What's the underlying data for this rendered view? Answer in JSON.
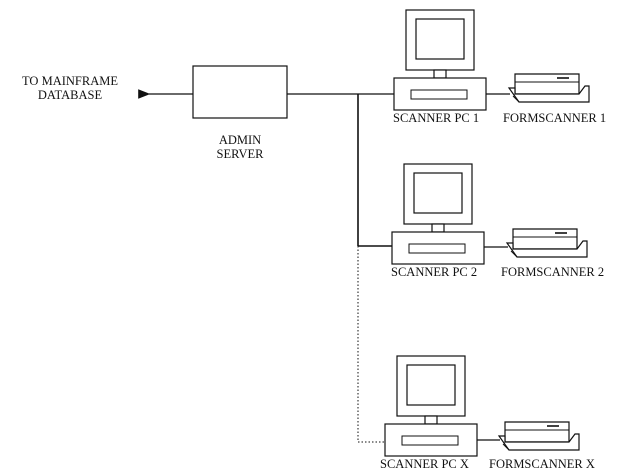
{
  "destination": {
    "line1": "TO MAINFRAME",
    "line2": "DATABASE"
  },
  "server": {
    "line1": "ADMIN",
    "line2": "SERVER"
  },
  "stations": [
    {
      "pc_label": "SCANNER PC 1",
      "scanner_label": "FORMSCANNER 1"
    },
    {
      "pc_label": "SCANNER PC 2",
      "scanner_label": "FORMSCANNER 2"
    },
    {
      "pc_label": "SCANNER PC X",
      "scanner_label": "FORMSCANNER X"
    }
  ],
  "colors": {
    "line": "#111111",
    "background": "#ffffff"
  }
}
